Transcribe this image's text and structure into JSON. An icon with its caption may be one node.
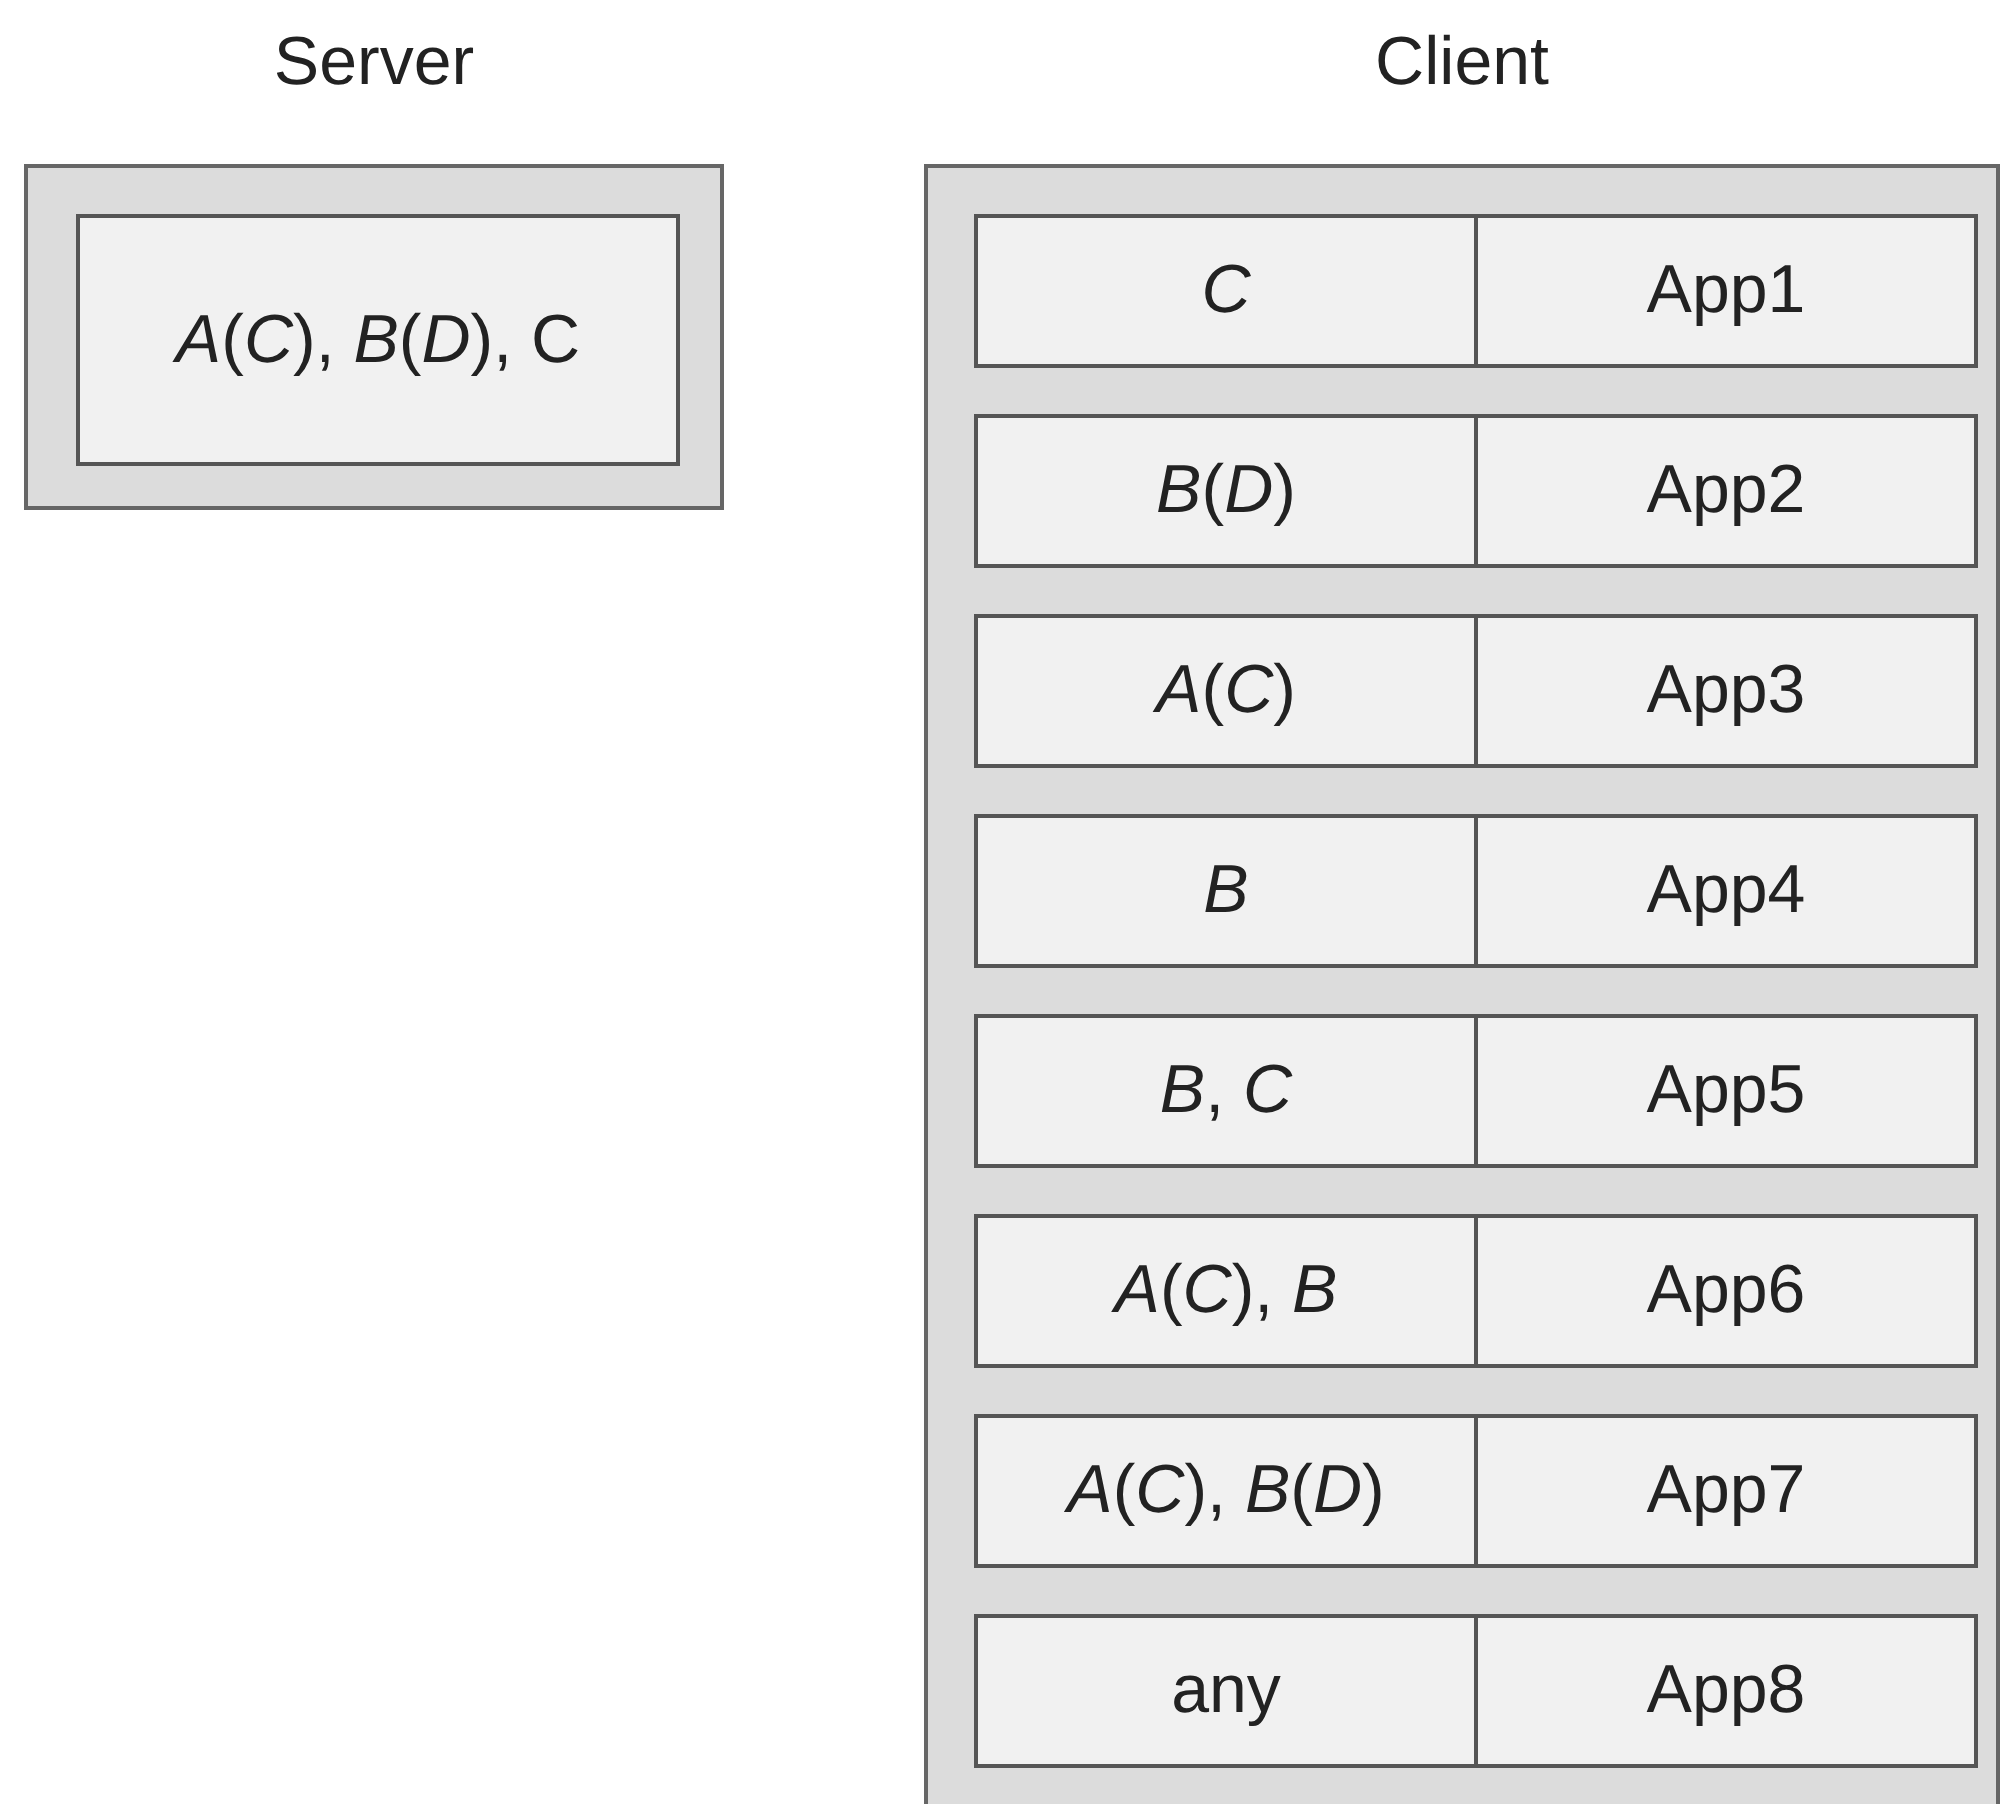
{
  "diagram": {
    "nodes": [
      {
        "text": [
          "Server"
        ]
      },
      {
        "text": [
          "*A*(*C*), *B*(*D*), C"
        ],
        "in": 0
      },
      {
        "text": [
          "Client"
        ]
      },
      {
        "text": [
          "*C*"
        ],
        "in": 2
      },
      {
        "text": [
          "App1"
        ],
        "in": 2
      },
      {
        "text": [
          "*B*(*D*)"
        ],
        "in": 2
      },
      {
        "text": [
          "App2"
        ],
        "in": 2
      },
      {
        "text": [
          "*A*(*C*)"
        ],
        "in": 2
      },
      {
        "text": [
          "App3"
        ],
        "in": 2
      },
      {
        "text": [
          "*B*"
        ],
        "in": 2
      },
      {
        "text": [
          "App4"
        ],
        "in": 2
      },
      {
        "text": [
          "*B*, *C*"
        ],
        "in": 2
      },
      {
        "text": [
          "App5"
        ],
        "in": 2
      },
      {
        "text": [
          "*A*(*C*), *B*"
        ],
        "in": 2
      },
      {
        "text": [
          "App6"
        ],
        "in": 2
      },
      {
        "text": [
          "*A*(*C*), *B*(*D*)"
        ],
        "in": 2
      },
      {
        "text": [
          "App7"
        ],
        "in": 2
      },
      {
        "text": [
          "any"
        ],
        "in": 2
      },
      {
        "text": [
          "App8"
        ],
        "in": 2
      }
    ]
  }
}
